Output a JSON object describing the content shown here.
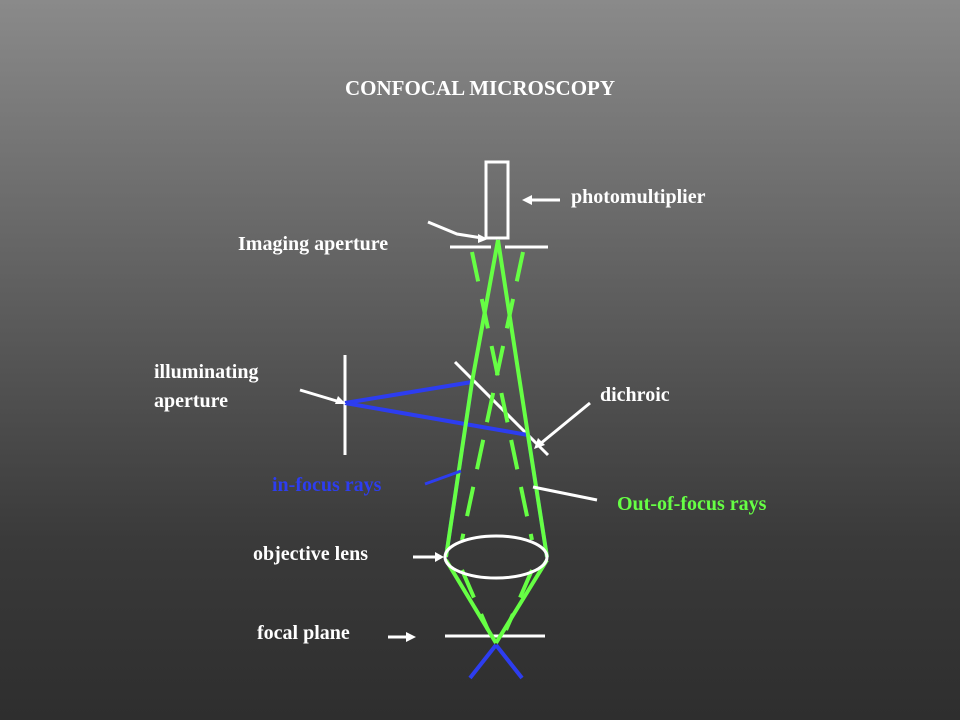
{
  "title": "CONFOCAL MICROSCOPY",
  "labels": {
    "photomultiplier": "photomultiplier",
    "imaging_aperture": "Imaging aperture",
    "illuminating_aperture_line1": "illuminating",
    "illuminating_aperture_line2": "aperture",
    "dichroic": "dichroic",
    "in_focus_rays": "in-focus rays",
    "out_of_focus_rays": "Out-of-focus rays",
    "objective_lens": "objective lens",
    "focal_plane": "focal plane"
  },
  "colors": {
    "background_top": "#8a8a8a",
    "background_bottom": "#2e2e2e",
    "outline": "#ffffff",
    "in_focus": "#2d3df0",
    "out_of_focus": "#66ff44"
  }
}
